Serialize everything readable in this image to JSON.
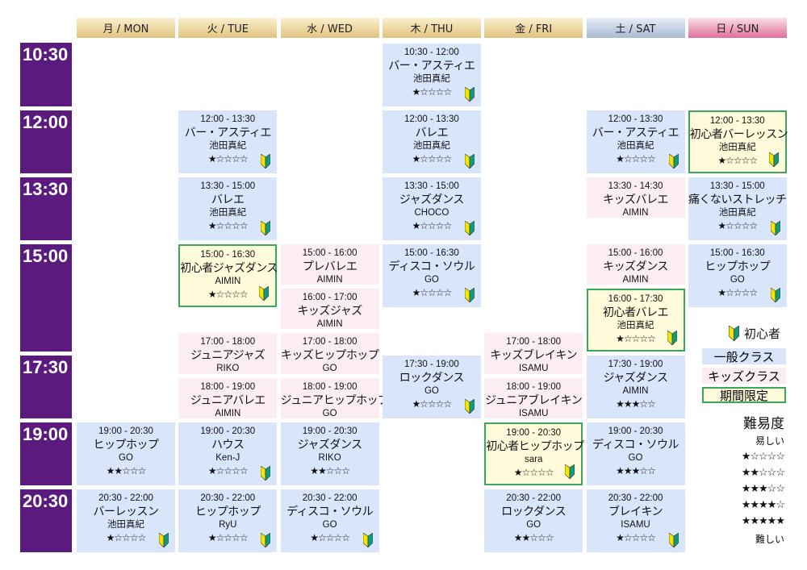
{
  "days": [
    {
      "label": "月 / MON",
      "style": "wk",
      "classes": [
        {
          "time": "19:00 - 20:30",
          "name": "ヒップホップ",
          "teacher": "GO",
          "stars": "★★☆☆☆",
          "type": "general",
          "beginner": false
        },
        {
          "time": "20:30 - 22:00",
          "name": "バーレッスン",
          "teacher": "池田真紀",
          "stars": "★☆☆☆☆",
          "type": "general",
          "beginner": true
        }
      ]
    },
    {
      "label": "火 / TUE",
      "style": "wk",
      "classes": [
        {
          "time": "12:00 - 13:30",
          "name": "バー・アスティエ",
          "teacher": "池田真紀",
          "stars": "★☆☆☆☆",
          "type": "general",
          "beginner": true
        },
        {
          "time": "13:30 - 15:00",
          "name": "バレエ",
          "teacher": "池田真紀",
          "stars": "★☆☆☆☆",
          "type": "general",
          "beginner": true
        },
        {
          "time": "15:00 - 16:30",
          "name": "初心者ジャズダンス",
          "teacher": "AIMIN",
          "stars": "★☆☆☆☆",
          "type": "limited",
          "beginner": true
        },
        {
          "time": "17:00 - 18:00",
          "name": "ジュニアジャズ",
          "teacher": "RIKO",
          "stars": "",
          "type": "kids",
          "beginner": false
        },
        {
          "time": "18:00 - 19:00",
          "name": "ジュニアバレエ",
          "teacher": "AIMIN",
          "stars": "",
          "type": "kids",
          "beginner": false
        },
        {
          "time": "19:00 - 20:30",
          "name": "ハウス",
          "teacher": "Ken-J",
          "stars": "★☆☆☆☆",
          "type": "general",
          "beginner": true
        },
        {
          "time": "20:30 - 22:00",
          "name": "ヒップホップ",
          "teacher": "RyU",
          "stars": "★☆☆☆☆",
          "type": "general",
          "beginner": true
        }
      ]
    },
    {
      "label": "水 / WED",
      "style": "wk",
      "classes": [
        {
          "time": "15:00 - 16:00",
          "name": "プレバレエ",
          "teacher": "AIMIN",
          "stars": "",
          "type": "kids",
          "beginner": false
        },
        {
          "time": "16:00 - 17:00",
          "name": "キッズジャズ",
          "teacher": "AIMIN",
          "stars": "",
          "type": "kids",
          "beginner": false
        },
        {
          "time": "17:00 - 18:00",
          "name": "キッズヒップホップ",
          "teacher": "GO",
          "stars": "",
          "type": "kids",
          "beginner": false
        },
        {
          "time": "18:00 - 19:00",
          "name": "ジュニアヒップホップ",
          "teacher": "GO",
          "stars": "",
          "type": "kids",
          "beginner": false
        },
        {
          "time": "19:00 - 20:30",
          "name": "ジャズダンス",
          "teacher": "RIKO",
          "stars": "★★☆☆☆",
          "type": "general",
          "beginner": false
        },
        {
          "time": "20:30 - 22:00",
          "name": "ディスコ・ソウル",
          "teacher": "GO",
          "stars": "★☆☆☆☆",
          "type": "general",
          "beginner": true
        }
      ]
    },
    {
      "label": "木 / THU",
      "style": "wk",
      "classes": [
        {
          "time": "10:30 - 12:00",
          "name": "バー・アスティエ",
          "teacher": "池田真紀",
          "stars": "★☆☆☆☆",
          "type": "general",
          "beginner": true
        },
        {
          "time": "12:00 - 13:30",
          "name": "バレエ",
          "teacher": "池田真紀",
          "stars": "★☆☆☆☆",
          "type": "general",
          "beginner": true
        },
        {
          "time": "13:30 - 15:00",
          "name": "ジャズダンス",
          "teacher": "CHOCO",
          "stars": "★☆☆☆☆",
          "type": "general",
          "beginner": true
        },
        {
          "time": "15:00 - 16:30",
          "name": "ディスコ・ソウル",
          "teacher": "GO",
          "stars": "★☆☆☆☆",
          "type": "general",
          "beginner": true
        },
        {
          "time": "17:30 - 19:00",
          "name": "ロックダンス",
          "teacher": "GO",
          "stars": "★☆☆☆☆",
          "type": "general",
          "beginner": true
        }
      ]
    },
    {
      "label": "金 / FRI",
      "style": "wk",
      "classes": [
        {
          "time": "17:00 - 18:00",
          "name": "キッズブレイキン",
          "teacher": "ISAMU",
          "stars": "",
          "type": "kids",
          "beginner": false
        },
        {
          "time": "18:00 - 19:00",
          "name": "ジュニアブレイキン",
          "teacher": "ISAMU",
          "stars": "",
          "type": "kids",
          "beginner": false
        },
        {
          "time": "19:00 - 20:30",
          "name": "初心者ヒップホップ",
          "teacher": "sara",
          "stars": "★☆☆☆☆",
          "type": "limited",
          "beginner": true
        },
        {
          "time": "20:30 - 22:00",
          "name": "ロックダンス",
          "teacher": "GO",
          "stars": "★★☆☆☆",
          "type": "general",
          "beginner": false
        }
      ]
    },
    {
      "label": "土 / SAT",
      "style": "sat",
      "classes": [
        {
          "time": "12:00 - 13:30",
          "name": "バー・アスティエ",
          "teacher": "池田真紀",
          "stars": "★☆☆☆☆",
          "type": "general",
          "beginner": true
        },
        {
          "time": "13:30 - 14:30",
          "name": "キッズバレエ",
          "teacher": "AIMIN",
          "stars": "",
          "type": "kids",
          "beginner": false
        },
        {
          "time": "15:00 - 16:00",
          "name": "キッズダンス",
          "teacher": "AIMIN",
          "stars": "",
          "type": "kids",
          "beginner": false
        },
        {
          "time": "16:00 - 17:30",
          "name": "初心者バレエ",
          "teacher": "池田真紀",
          "stars": "★☆☆☆☆",
          "type": "limited",
          "beginner": true
        },
        {
          "time": "17:30 - 19:00",
          "name": "ジャズダンス",
          "teacher": "AIMIN",
          "stars": "★★★☆☆",
          "type": "general",
          "beginner": false
        },
        {
          "time": "19:00 - 20:30",
          "name": "ディスコ・ソウル",
          "teacher": "GO",
          "stars": "★★★☆☆",
          "type": "general",
          "beginner": false
        },
        {
          "time": "20:30 - 22:00",
          "name": "ブレイキン",
          "teacher": "ISAMU",
          "stars": "★☆☆☆☆",
          "type": "general",
          "beginner": true
        }
      ]
    },
    {
      "label": "日 / SUN",
      "style": "sun",
      "classes": [
        {
          "time": "12:00 - 13:30",
          "name": "初心者バーレッスン",
          "teacher": "池田真紀",
          "stars": "★☆☆☆☆",
          "type": "limited",
          "beginner": true
        },
        {
          "time": "13:30 - 15:00",
          "name": "痛くないストレッチ",
          "teacher": "池田真紀",
          "stars": "★☆☆☆☆",
          "type": "general",
          "beginner": true
        },
        {
          "time": "15:00 - 16:30",
          "name": "ヒップホップ",
          "teacher": "GO",
          "stars": "★☆☆☆☆",
          "type": "general",
          "beginner": true
        }
      ]
    }
  ],
  "time_labels": [
    {
      "label": "10:30",
      "start": "10:30",
      "end": "12:00"
    },
    {
      "label": "12:00",
      "start": "12:00",
      "end": "13:30"
    },
    {
      "label": "13:30",
      "start": "13:30",
      "end": "15:00"
    },
    {
      "label": "15:00",
      "start": "15:00",
      "end": "17:30"
    },
    {
      "label": "17:30",
      "start": "17:30",
      "end": "19:00"
    },
    {
      "label": "19:00",
      "start": "19:00",
      "end": "20:30"
    },
    {
      "label": "20:30",
      "start": "20:30",
      "end": "22:00"
    }
  ],
  "legend": {
    "beginner": "初心者",
    "general": "一般クラス",
    "kids": "キッズクラス",
    "limited": "期間限定",
    "difficulty_title": "難易度",
    "easy": "易しい",
    "levels": [
      "★☆☆☆☆",
      "★★☆☆☆",
      "★★★☆☆",
      "★★★★☆",
      "★★★★★"
    ],
    "hard": "難しい"
  },
  "colors": {
    "general": "#d8e5fb",
    "kids": "#fcedf3",
    "limited": "#fffbdb",
    "limited_border": "#3aa85a",
    "time_label": "#5b1a7e"
  }
}
